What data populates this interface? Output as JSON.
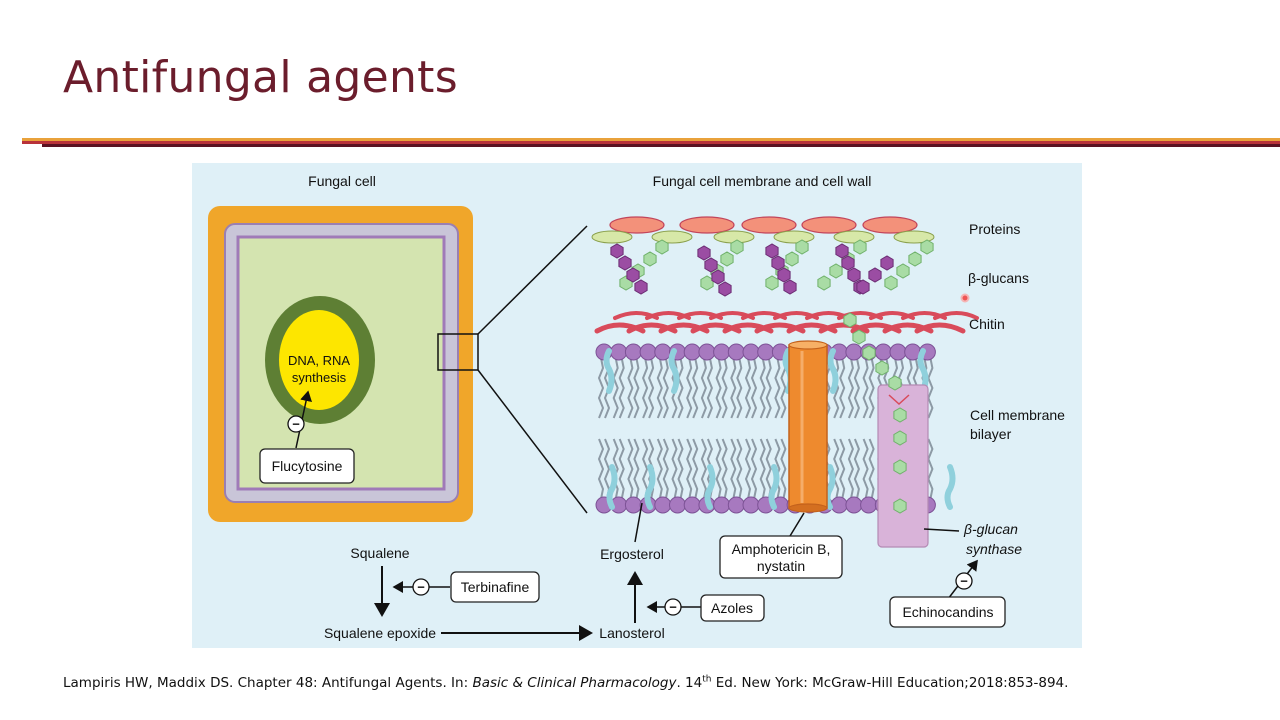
{
  "slide": {
    "title": "Antifungal agents"
  },
  "diagram": {
    "panel_left_title": "Fungal cell",
    "panel_right_title": "Fungal cell membrane and cell wall",
    "nucleus_label_line1": "DNA, RNA",
    "nucleus_label_line2": "synthesis",
    "labels": {
      "proteins": "Proteins",
      "beta_glucans": "β-glucans",
      "chitin": "Chitin",
      "membrane_line1": "Cell membrane",
      "membrane_line2": "bilayer",
      "glucan_synthase_line1": "β-glucan",
      "glucan_synthase_line2": "synthase",
      "ergosterol": "Ergosterol",
      "lanosterol": "Lanosterol",
      "squalene": "Squalene",
      "squalene_epoxide": "Squalene epoxide"
    },
    "drugs": {
      "flucytosine": "Flucytosine",
      "terbinafine": "Terbinafine",
      "azoles": "Azoles",
      "amphotericin_line1": "Amphotericin B,",
      "amphotericin_line2": "nystatin",
      "echinocandins": "Echinocandins"
    },
    "inhibition_symbol": "−",
    "colors": {
      "background": "#dff0f7",
      "cell_wall": "#f0a62a",
      "cytoplasm": "#d4e4b0",
      "nucleus_ring": "#5e7f34",
      "nucleus": "#fde600",
      "phospholipid_head": "#a779bf",
      "ergosterol": "#8fd0dc",
      "pore": "#ee8a2e",
      "synthase": "#d9b3d9",
      "protein": "#f3917a",
      "glucan": "#a9dca5",
      "chitin_dark": "#9b4da3",
      "chitin_band": "#d94b5b"
    }
  },
  "citation": {
    "pre": "Lampiris HW, Maddix DS. Chapter 48: Antifungal Agents. In: ",
    "book": "Basic & Clinical Pharmacology",
    "mid": ". 14",
    "sup": "th",
    "post": " Ed. New York: McGraw-Hill Education;2018:853-894."
  }
}
